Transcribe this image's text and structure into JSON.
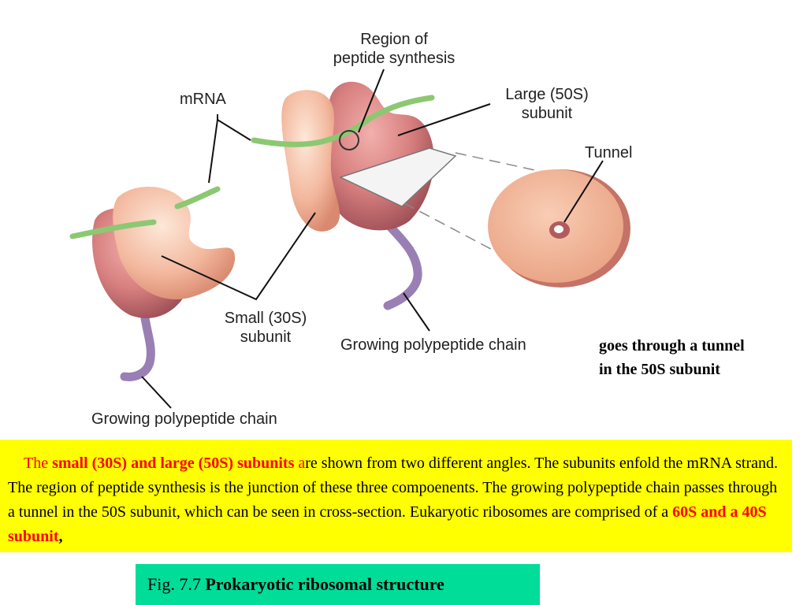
{
  "diagram": {
    "labels": {
      "region_line1": "Region of",
      "region_line2": "peptide synthesis",
      "mrna": "mRNA",
      "large_line1": "Large (50S)",
      "large_line2": "subunit",
      "tunnel": "Tunnel",
      "small_line1": "Small (30S)",
      "small_line2": "subunit",
      "chain_right": "Growing polypeptide chain",
      "chain_left": "Growing polypeptide chain"
    },
    "colors": {
      "small_subunit": "#f3b89e",
      "large_subunit": "#d77f7f",
      "mrna": "#8cc872",
      "polypeptide": "#9a7fb4",
      "tunnel_disc": "#f1b597"
    }
  },
  "note": {
    "line1": "goes through a tunnel",
    "line2": "in the 50S subunit"
  },
  "caption": {
    "lead": "The ",
    "highlight1": "small (30S) and large (50S) subunits",
    "a_red": " a",
    "body": "re shown from two different angles. The subunits enfold the mRNA strand. The region of peptide synthesis is the junction of these three compoenents. The growing polypeptide chain passes through a tunnel in the 50S subunit, which can be seen in cross-section. Eukaryotic ribosomes are comprised of a ",
    "highlight2": "60S and a 40S subunit",
    "end": ","
  },
  "figure": {
    "prefix": "Fig. 7.7 ",
    "title": "Prokaryotic ribosomal structure"
  }
}
